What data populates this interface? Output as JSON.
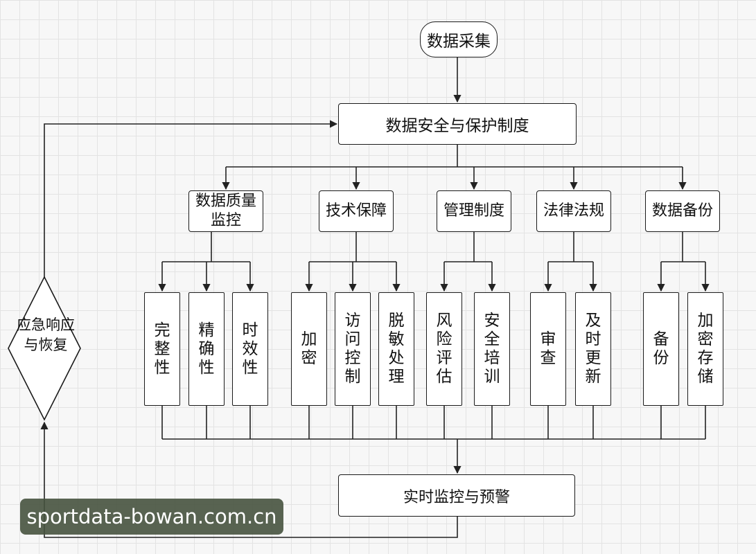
{
  "start": "数据采集",
  "policy": "数据安全与保护制度",
  "categories": [
    {
      "label": "数据质量监控",
      "items": [
        "完整性",
        "精确性",
        "时效性"
      ]
    },
    {
      "label": "技术保障",
      "items": [
        "加密",
        "访问控制",
        "脱敏处理"
      ]
    },
    {
      "label": "管理制度",
      "items": [
        "风险评估",
        "安全培训"
      ]
    },
    {
      "label": "法律法规",
      "items": [
        "审查",
        "及时更新"
      ]
    },
    {
      "label": "数据备份",
      "items": [
        "备份",
        "加密存储"
      ]
    }
  ],
  "monitor": "实时监控与预警",
  "decision": "应急响应与恢复",
  "watermark": "sportdata-bowan.com.cn"
}
